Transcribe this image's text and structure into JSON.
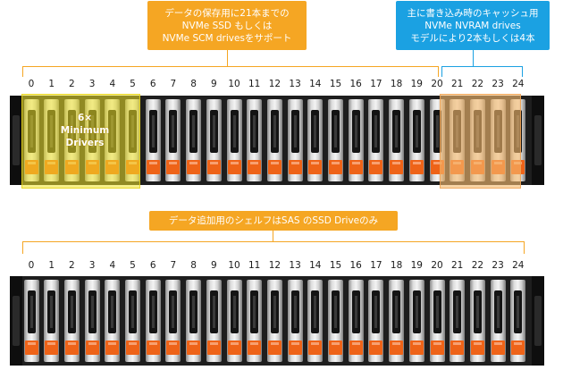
{
  "callouts": {
    "top_left": [
      "データの保存用に21本までの",
      "NVMe SSD もしくは",
      "NVMe SCM drivesをサポート"
    ],
    "top_right": [
      "主に書き込み時のキャッシュ用",
      "NVMe NVRAM drives",
      "モデルにより2本もしくは4本"
    ],
    "bottom": "データ追加用のシェルフはSAS のSSD Driveのみ"
  },
  "top_enclosure": {
    "slot_numbers": [
      "0",
      "1",
      "2",
      "3",
      "4",
      "5",
      "6",
      "7",
      "8",
      "9",
      "10",
      "11",
      "12",
      "13",
      "14",
      "15",
      "16",
      "17",
      "18",
      "19",
      "20",
      "21",
      "22",
      "23",
      "24"
    ],
    "minimum_label": [
      "6×",
      "Minimum",
      "Drivers"
    ]
  },
  "bottom_enclosure": {
    "slot_numbers": [
      "0",
      "1",
      "2",
      "3",
      "4",
      "5",
      "6",
      "7",
      "8",
      "9",
      "10",
      "11",
      "12",
      "13",
      "14",
      "15",
      "16",
      "17",
      "18",
      "19",
      "20",
      "21",
      "22",
      "23",
      "24"
    ]
  },
  "colors": {
    "orange_callout": "#f5a623",
    "blue_callout": "#1ba1e2",
    "highlight_yellow": "#f0e428",
    "highlight_orange": "#f6ba6e",
    "drive_latch": "#ee6318",
    "chassis": "#1e1e1e"
  }
}
